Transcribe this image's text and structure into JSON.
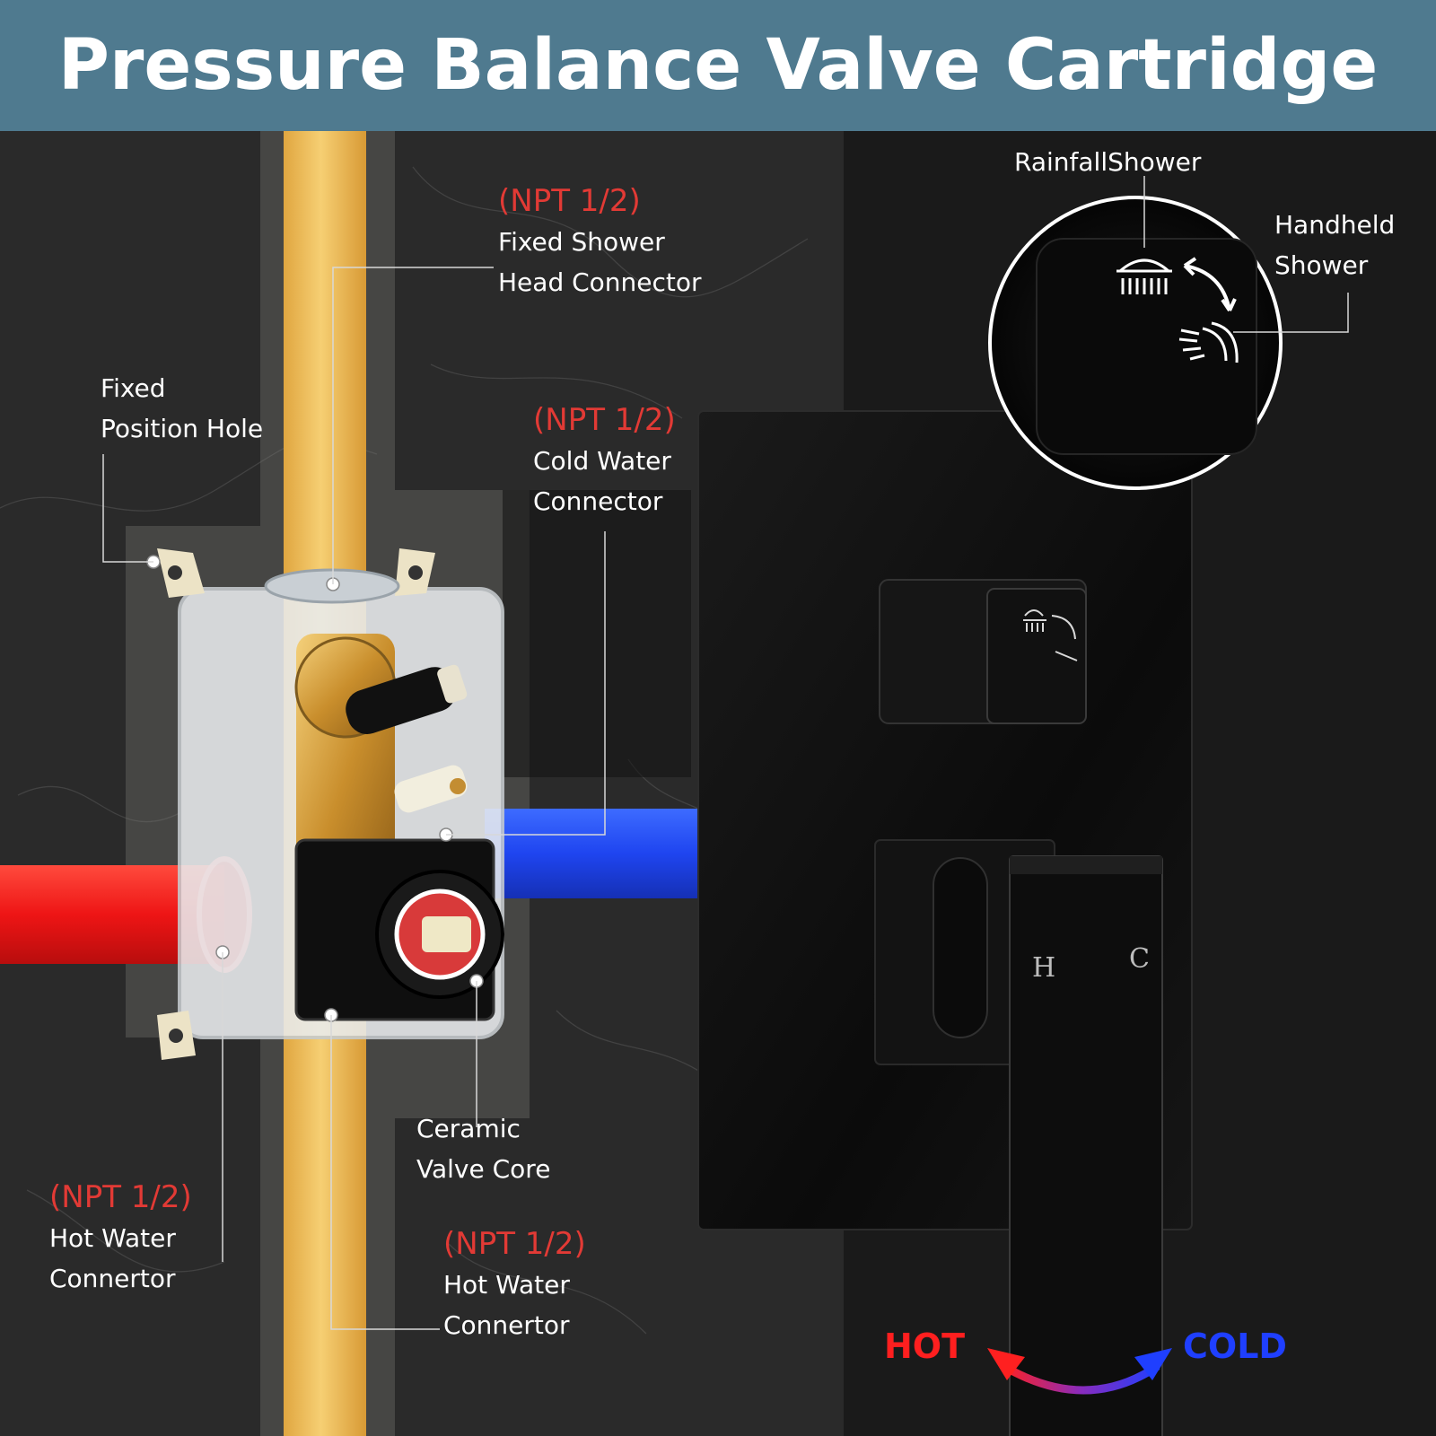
{
  "title": "Pressure Balance Valve Cartridge",
  "labels": {
    "fixed_position_hole": [
      "Fixed",
      "Position Hole"
    ],
    "shower_head_connector": {
      "npt": "(NPT 1/2)",
      "lines": [
        "Fixed Shower",
        "Head Connector"
      ]
    },
    "cold_water_connector": {
      "npt": "(NPT 1/2)",
      "lines": [
        "Cold Water",
        "Connector"
      ]
    },
    "ceramic_valve_core": [
      "Ceramic",
      "Valve Core"
    ],
    "hot_water_left": {
      "npt": "(NPT 1/2)",
      "lines": [
        "Hot Water",
        "Connertor"
      ]
    },
    "hot_water_bottom": {
      "npt": "(NPT 1/2)",
      "lines": [
        "Hot Water",
        "Connertor"
      ]
    },
    "rainfall_shower": "RainfallShower",
    "handheld_shower": [
      "Handheld",
      "Shower"
    ]
  },
  "handle_marks": {
    "hot": "H",
    "cold": "C"
  },
  "temperature": {
    "hot": "HOT",
    "cold": "COLD"
  },
  "colors": {
    "header_bg": "#4f7a8f",
    "npt_red": "#e23a35",
    "hot": "#ff1f1f",
    "cold": "#1f3fff",
    "pipe_yellow": "#f0c35a",
    "pipe_red": "#f11d1d",
    "pipe_blue": "#1f4fff"
  },
  "icons": [
    "rainfall-shower-icon",
    "handheld-shower-icon",
    "diverter-arrow-icon",
    "temperature-arrow-icon"
  ]
}
